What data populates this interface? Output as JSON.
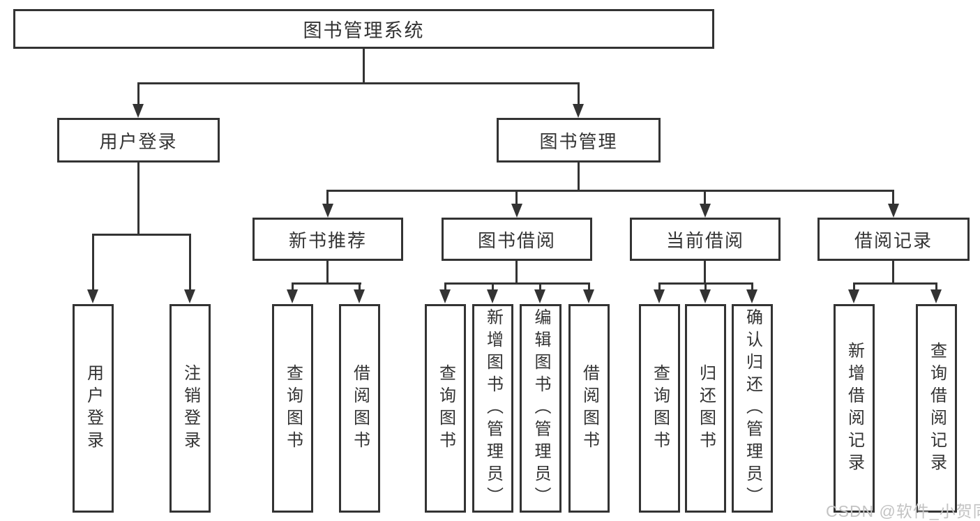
{
  "tree": {
    "label": "图书管理系统",
    "children": [
      {
        "label": "用户登录",
        "children": [
          {
            "label": "用户登录"
          },
          {
            "label": "注销登录"
          }
        ]
      },
      {
        "label": "图书管理",
        "children": [
          {
            "label": "新书推荐",
            "children": [
              {
                "label": "查询图书"
              },
              {
                "label": "借阅图书"
              }
            ]
          },
          {
            "label": "图书借阅",
            "children": [
              {
                "label": "查询图书"
              },
              {
                "label": "新增图书（管理员）"
              },
              {
                "label": "编辑图书（管理员）"
              },
              {
                "label": "借阅图书"
              }
            ]
          },
          {
            "label": "当前借阅",
            "children": [
              {
                "label": "查询图书"
              },
              {
                "label": "归还图书"
              },
              {
                "label": "确认归还（管理员）"
              }
            ]
          },
          {
            "label": "借阅记录",
            "children": [
              {
                "label": "新增借阅记录"
              },
              {
                "label": "查询借阅记录"
              }
            ]
          }
        ]
      }
    ]
  },
  "watermark": "CSDN @软件_小贺同学",
  "colors": {
    "line": "#333333",
    "text": "#333333",
    "watermark": "#c3c3c3",
    "background": "#ffffff"
  }
}
